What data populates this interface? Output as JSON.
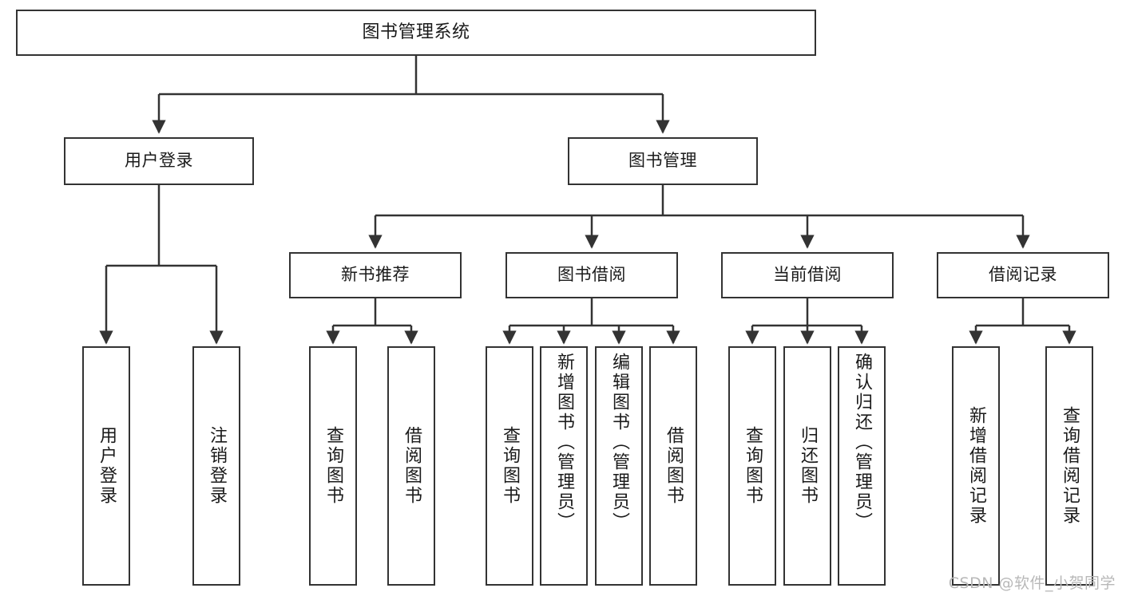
{
  "title": "图书管理系统",
  "watermark": "CSDN @软件_小贺同学",
  "colors": {
    "box_border": "#333333",
    "box_fill": "#ffffff",
    "edge": "#333333",
    "text": "#1a1a1a",
    "watermark": "#b8b8b8"
  },
  "nodes": {
    "root": {
      "label": "图书管理系统"
    },
    "level2": [
      {
        "id": "user-login",
        "label": "用户登录"
      },
      {
        "id": "book-management",
        "label": "图书管理"
      }
    ],
    "level3": [
      {
        "id": "new-book-recommend",
        "label": "新书推荐"
      },
      {
        "id": "book-borrow",
        "label": "图书借阅"
      },
      {
        "id": "current-borrow",
        "label": "当前借阅"
      },
      {
        "id": "borrow-record",
        "label": "借阅记录"
      }
    ],
    "leaves": {
      "user_login": [
        {
          "id": "leaf-user-login",
          "label": "用户登录"
        },
        {
          "id": "leaf-logout-login",
          "label": "注销登录"
        }
      ],
      "new_book_recommend": [
        {
          "id": "leaf-query-book-1",
          "label": "查询图书"
        },
        {
          "id": "leaf-borrow-book-1",
          "label": "借阅图书"
        }
      ],
      "book_borrow": [
        {
          "id": "leaf-query-book-2",
          "label": "查询图书"
        },
        {
          "id": "leaf-add-book",
          "label": "新增图书（管理员）"
        },
        {
          "id": "leaf-edit-book",
          "label": "编辑图书（管理员）"
        },
        {
          "id": "leaf-borrow-book-2",
          "label": "借阅图书"
        }
      ],
      "current_borrow": [
        {
          "id": "leaf-query-book-3",
          "label": "查询图书"
        },
        {
          "id": "leaf-return-book",
          "label": "归还图书"
        },
        {
          "id": "leaf-confirm-return",
          "label": "确认归还（管理员）"
        }
      ],
      "borrow_record": [
        {
          "id": "leaf-add-record",
          "label": "新增借阅记录"
        },
        {
          "id": "leaf-query-record",
          "label": "查询借阅记录"
        }
      ]
    }
  },
  "chart_data": {
    "type": "diagram",
    "diagram_kind": "tree / system-structure-chart",
    "orientation": "top-down",
    "title": "图书管理系统",
    "levels": 4,
    "edges": [
      {
        "from": "图书管理系统",
        "to": "用户登录"
      },
      {
        "from": "图书管理系统",
        "to": "图书管理"
      },
      {
        "from": "用户登录",
        "to": "用户登录(叶)"
      },
      {
        "from": "用户登录",
        "to": "注销登录"
      },
      {
        "from": "图书管理",
        "to": "新书推荐"
      },
      {
        "from": "图书管理",
        "to": "图书借阅"
      },
      {
        "from": "图书管理",
        "to": "当前借阅"
      },
      {
        "from": "图书管理",
        "to": "借阅记录"
      },
      {
        "from": "新书推荐",
        "to": "查询图书"
      },
      {
        "from": "新书推荐",
        "to": "借阅图书"
      },
      {
        "from": "图书借阅",
        "to": "查询图书"
      },
      {
        "from": "图书借阅",
        "to": "新增图书（管理员）"
      },
      {
        "from": "图书借阅",
        "to": "编辑图书（管理员）"
      },
      {
        "from": "图书借阅",
        "to": "借阅图书"
      },
      {
        "from": "当前借阅",
        "to": "查询图书"
      },
      {
        "from": "当前借阅",
        "to": "归还图书"
      },
      {
        "from": "当前借阅",
        "to": "确认归还（管理员）"
      },
      {
        "from": "借阅记录",
        "to": "新增借阅记录"
      },
      {
        "from": "借阅记录",
        "to": "查询借阅记录"
      }
    ]
  }
}
